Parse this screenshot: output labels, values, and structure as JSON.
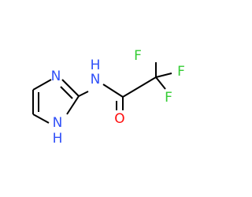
{
  "molecule": {
    "atoms": {
      "F_top": {
        "label": "F",
        "color": "#33cc33"
      },
      "F_right": {
        "label": "F",
        "color": "#33cc33"
      },
      "F_bottom": {
        "label": "F",
        "color": "#33cc33"
      },
      "N_amide": {
        "label": "N",
        "color": "#3050f8"
      },
      "O": {
        "label": "O",
        "color": "#ff0d0d"
      },
      "N_ring": {
        "label": "N",
        "color": "#3050f8"
      },
      "NH_ring": {
        "label": "N",
        "color": "#3050f8"
      },
      "H_amide": {
        "label": "H",
        "color": "#3050f8"
      },
      "H_ring": {
        "label": "H",
        "color": "#3050f8"
      }
    },
    "bond_color": "#000000",
    "background": "#ffffff"
  }
}
